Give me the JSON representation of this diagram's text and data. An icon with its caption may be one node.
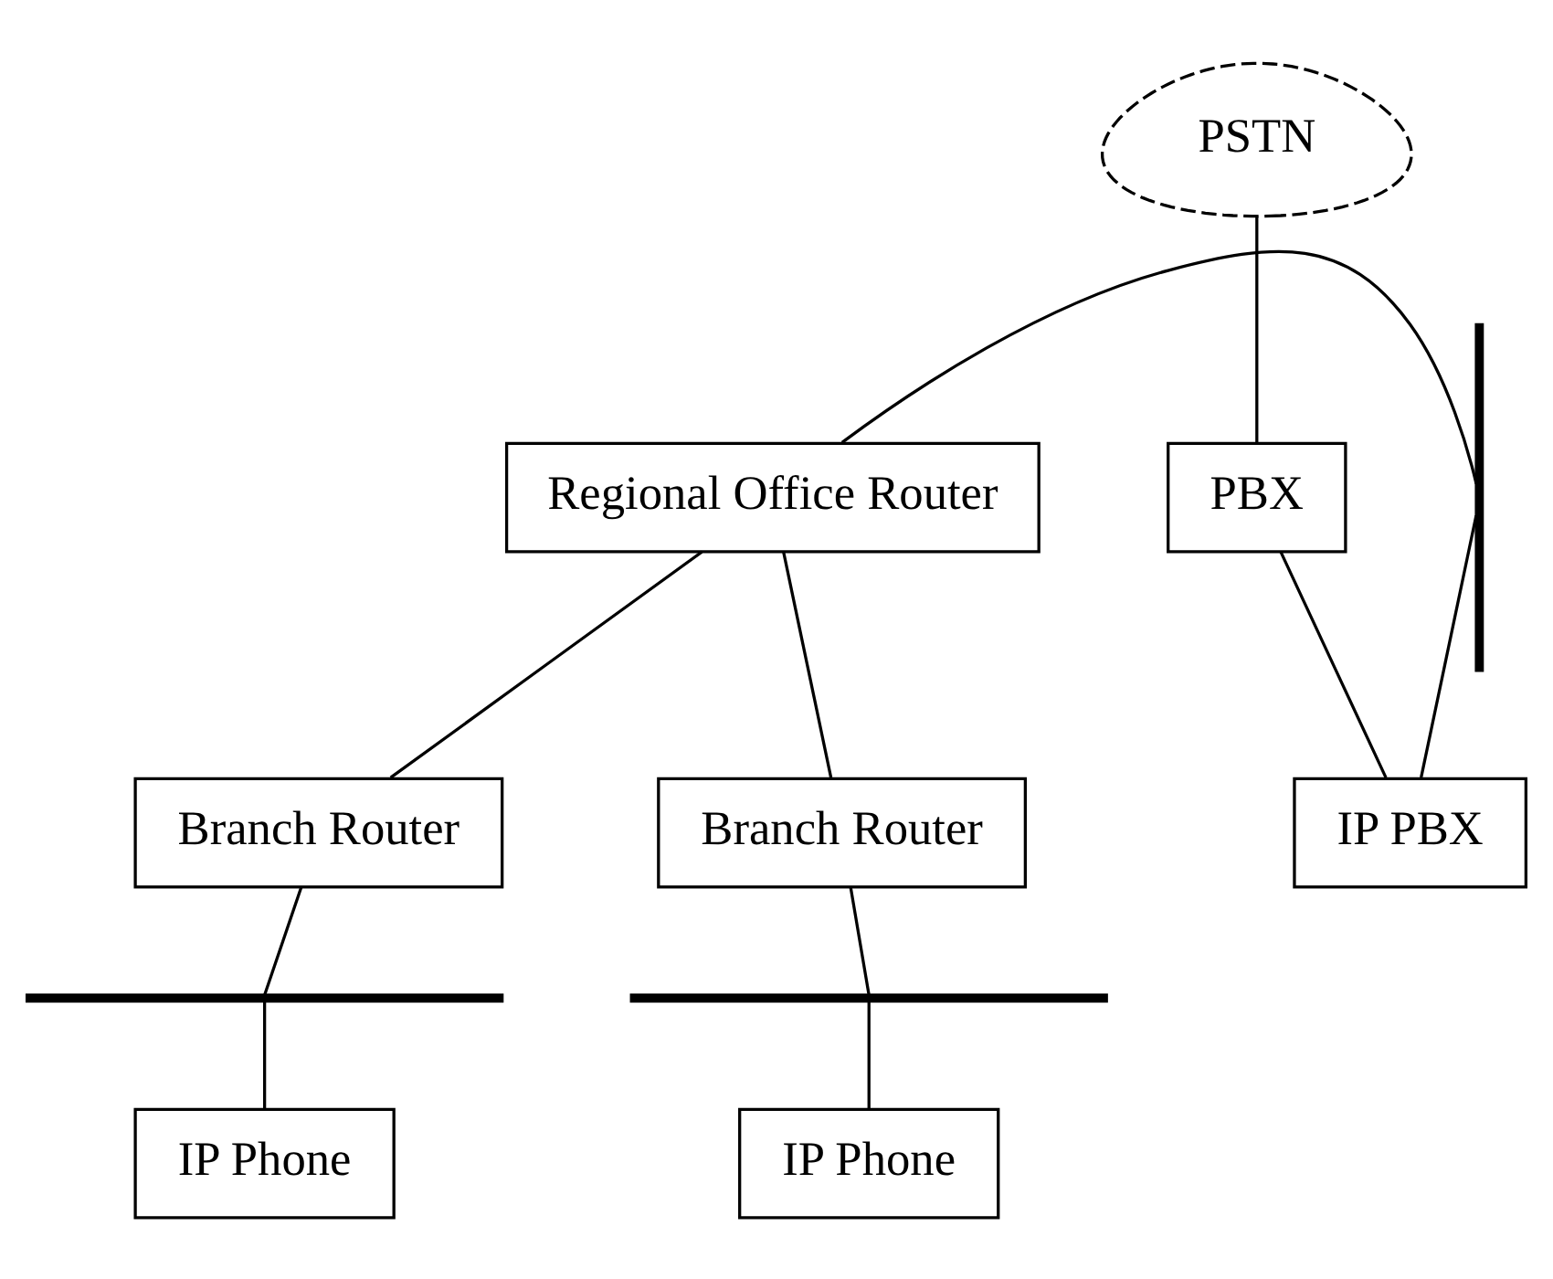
{
  "diagram": {
    "nodes": [
      {
        "text": [
          "PSTN"
        ]
      },
      {
        "text": [
          "PBX"
        ]
      },
      {
        "text": [],
        "shape": "bar"
      },
      {
        "text": [
          "Regional Office Router"
        ]
      },
      {
        "text": [
          "IP PBX"
        ]
      },
      {
        "text": [
          "Branch Router"
        ]
      },
      {
        "text": [
          "Branch Router"
        ]
      },
      {
        "text": [],
        "shape": "bar"
      },
      {
        "text": [],
        "shape": "bar"
      },
      {
        "text": [
          "IP Phone"
        ]
      },
      {
        "text": [
          "IP Phone"
        ]
      }
    ],
    "edges": [
      {
        "from": 0,
        "to": 1,
        "arrow": "none"
      },
      {
        "from": 1,
        "to": 4,
        "arrow": "none"
      },
      {
        "from": 3,
        "to": 2,
        "arrow": "none"
      },
      {
        "from": 2,
        "to": 4,
        "arrow": "none"
      },
      {
        "from": 3,
        "to": 5,
        "arrow": "none"
      },
      {
        "from": 3,
        "to": 6,
        "arrow": "none"
      },
      {
        "from": 5,
        "to": 7,
        "arrow": "none"
      },
      {
        "from": 7,
        "to": 9,
        "arrow": "none"
      },
      {
        "from": 6,
        "to": 8,
        "arrow": "none"
      },
      {
        "from": 8,
        "to": 10,
        "arrow": "none"
      }
    ]
  }
}
